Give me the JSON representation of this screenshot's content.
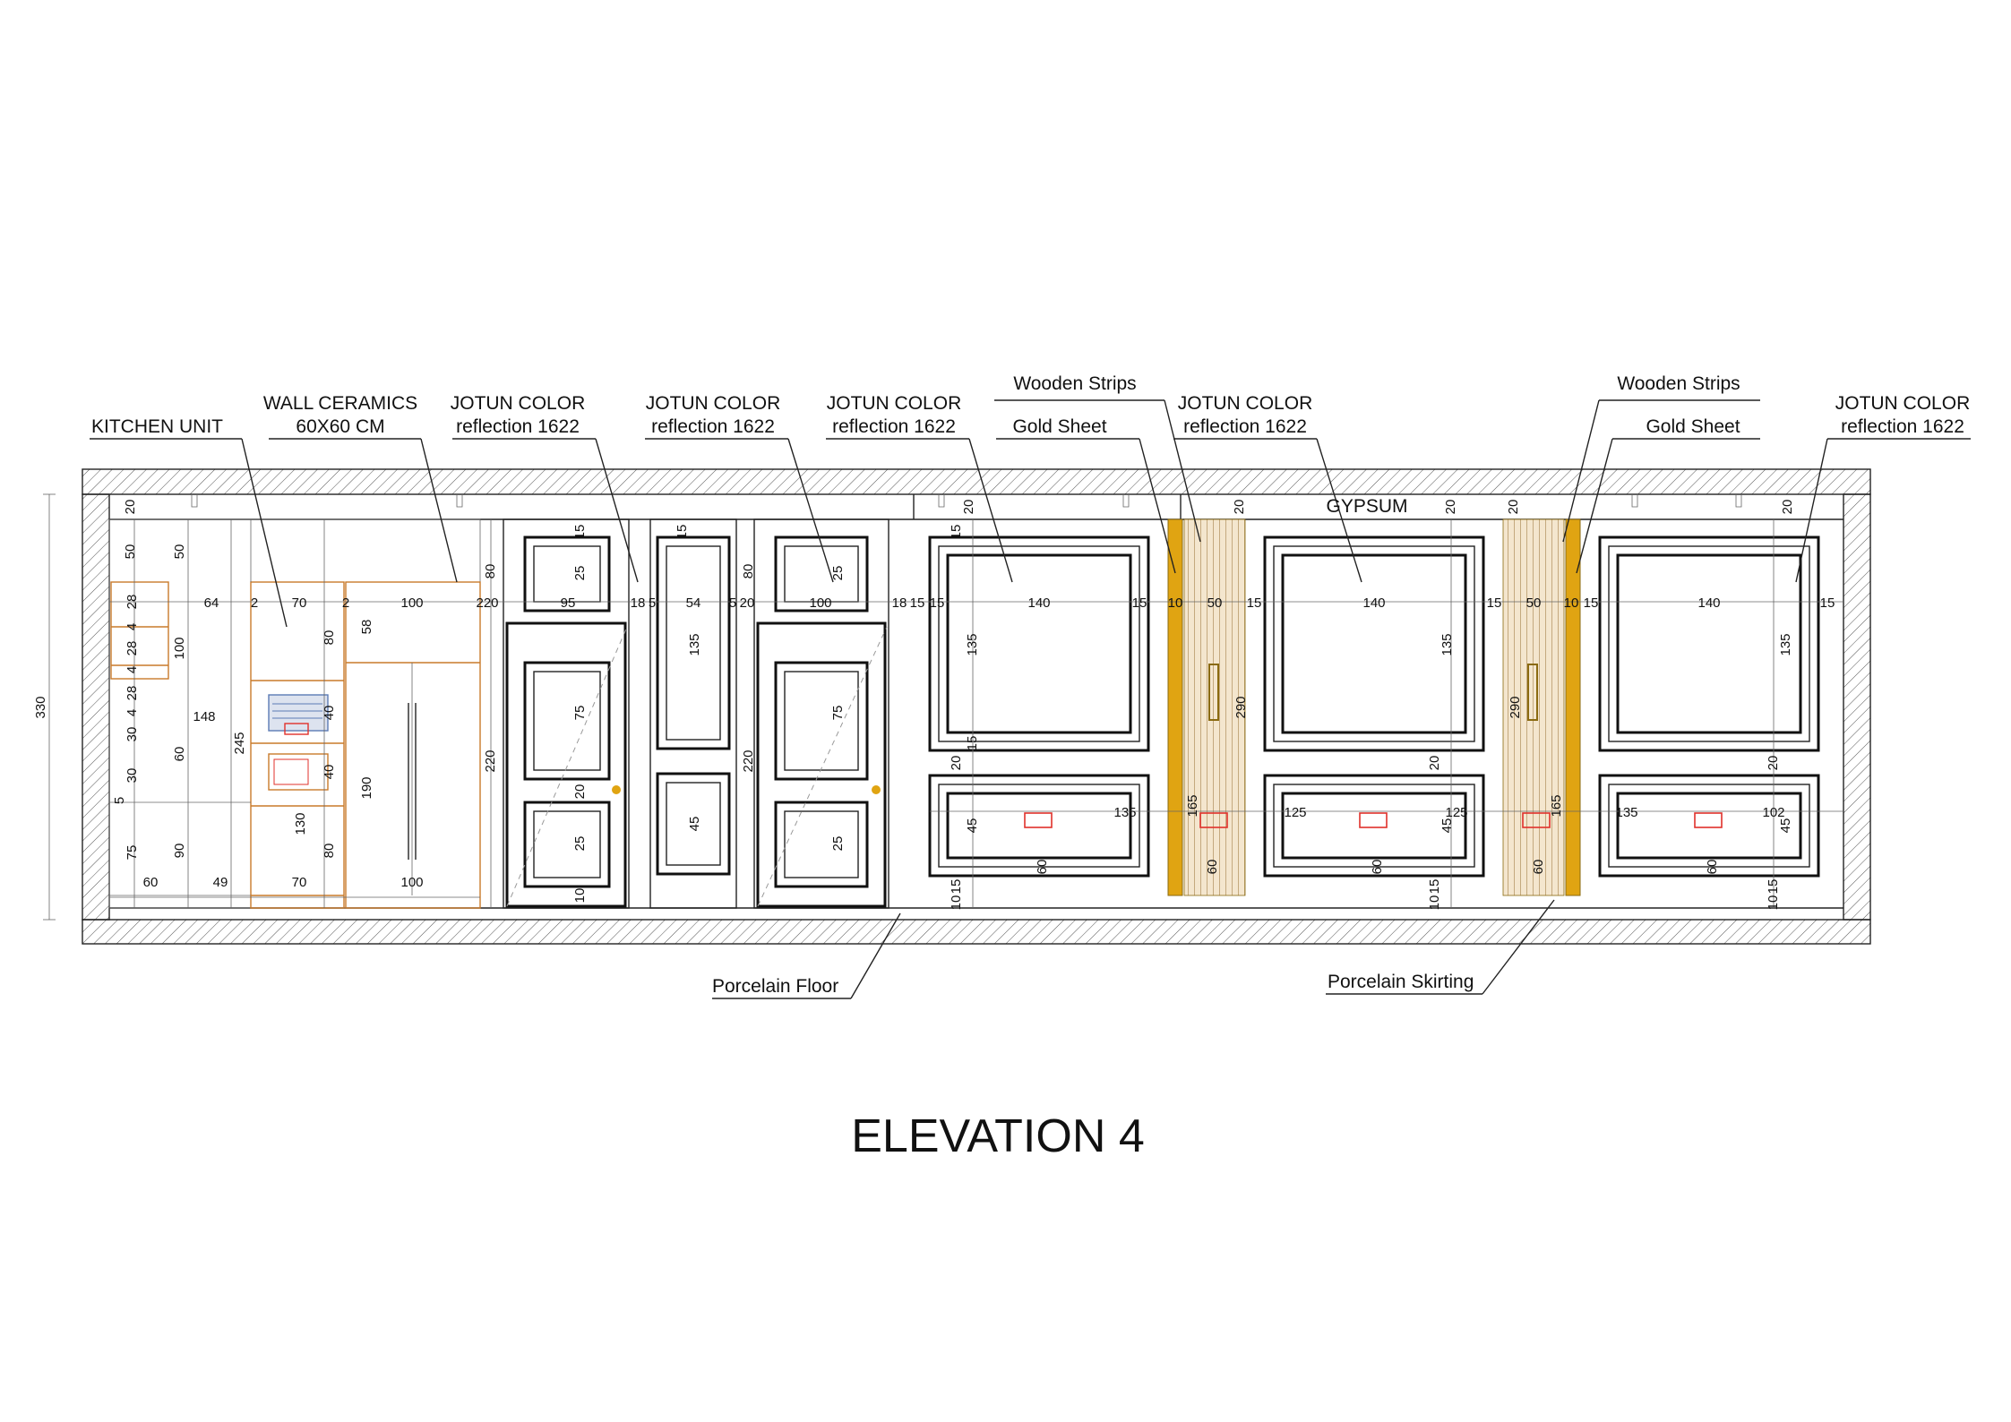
{
  "drawing_title": "ELEVATION 4",
  "callouts": {
    "kitchen_unit": "KITCHEN UNIT",
    "wall_ceramics_1": "WALL CERAMICS",
    "wall_ceramics_2": "60X60 CM",
    "jotun_1": "JOTUN COLOR",
    "jotun_2": "reflection 1622",
    "wooden_strips": "Wooden Strips",
    "gold_sheet": "Gold Sheet",
    "gypsum": "GYPSUM",
    "porcelain_floor": "Porcelain Floor",
    "porcelain_skirting": "Porcelain Skirting"
  },
  "dimensions": {
    "overall_height": "330",
    "kitchen_horizontal": [
      "64",
      "2",
      "70",
      "2",
      "100",
      "220"
    ],
    "kitchen_bottom": [
      "60",
      "49",
      "70",
      "100"
    ],
    "kitchen_vertical": [
      "20",
      "50",
      "50",
      "80",
      "58",
      "190",
      "245",
      "130",
      "80",
      "40",
      "40",
      "100",
      "148",
      "60",
      "90",
      "30",
      "30",
      "75",
      "28",
      "28",
      "28",
      "4",
      "4",
      "4",
      "5"
    ],
    "door_row": [
      "95",
      "18",
      "5",
      "54",
      "5",
      "20",
      "100",
      "18",
      "15",
      "15"
    ],
    "door_vertical": [
      "80",
      "220",
      "25",
      "15",
      "75",
      "20",
      "25",
      "10",
      "15",
      "135",
      "45"
    ],
    "wall_row": [
      "140",
      "15",
      "10",
      "50",
      "15",
      "140",
      "15",
      "50",
      "10",
      "15",
      "140",
      "15"
    ],
    "wall_lower": [
      "135",
      "165",
      "125",
      "125",
      "165",
      "135",
      "102"
    ],
    "wall_vertical": [
      "20",
      "15",
      "135",
      "20",
      "15",
      "45",
      "15",
      "10",
      "60",
      "290",
      "290",
      "60",
      "15",
      "10"
    ]
  },
  "colors": {
    "gold_sheet": "#E0A412",
    "wooden_strips": "#F2E2C6",
    "kitchen_orange": "#C97A2A",
    "socket_red": "#E0312B",
    "microwave_blue": "#5B7BB5"
  }
}
